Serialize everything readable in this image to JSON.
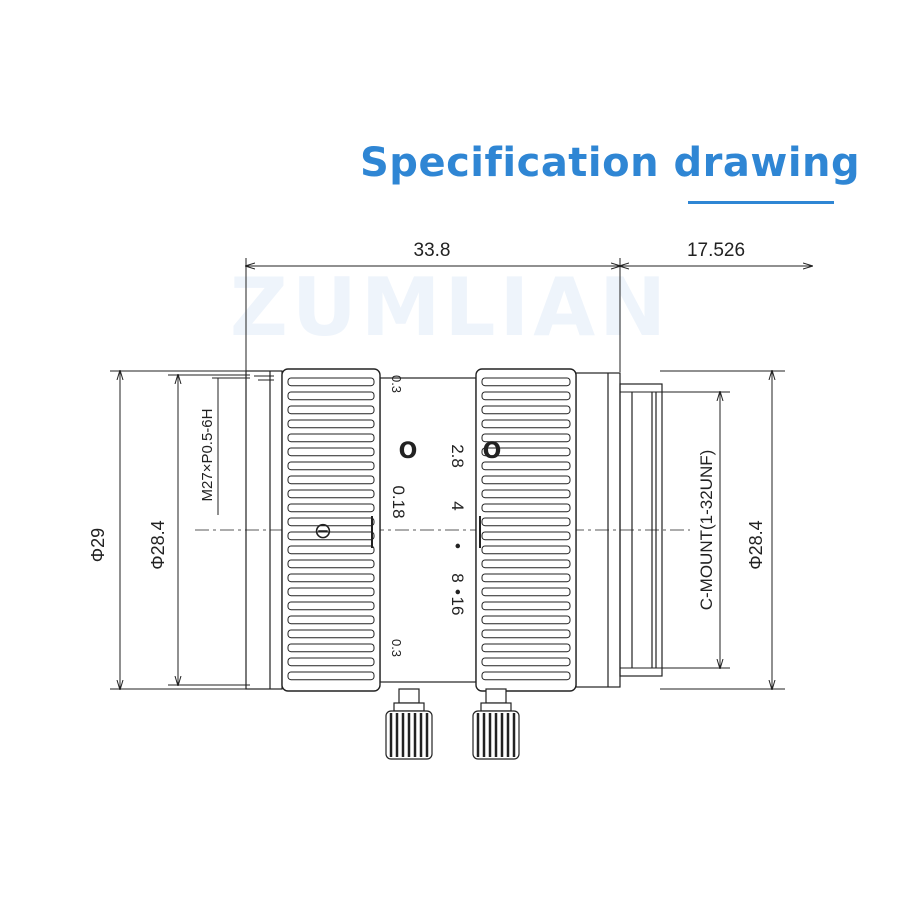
{
  "title": "Specification drawing",
  "watermark": "ZUMLIAN",
  "dimensions": {
    "length": "33.8",
    "flange_back": "17.526",
    "outer_diameter": "Φ29",
    "inner_diameter_left": "Φ28.4",
    "inner_diameter_right": "Φ28.4",
    "filter_thread": "M27×P0.5-6H",
    "mount": "C-MOUNT(1-32UNF)"
  },
  "focus_scale": {
    "top": "0.3",
    "mid": "0.18",
    "bottom": "0.3",
    "near_symbol": "O",
    "infinity_symbol": "⊖"
  },
  "aperture_scale": {
    "symbol": "O",
    "values": [
      "2.8",
      "4",
      "•",
      "8",
      "•",
      "16"
    ]
  },
  "colors": {
    "title": "#2f86d4",
    "line": "#222222"
  }
}
